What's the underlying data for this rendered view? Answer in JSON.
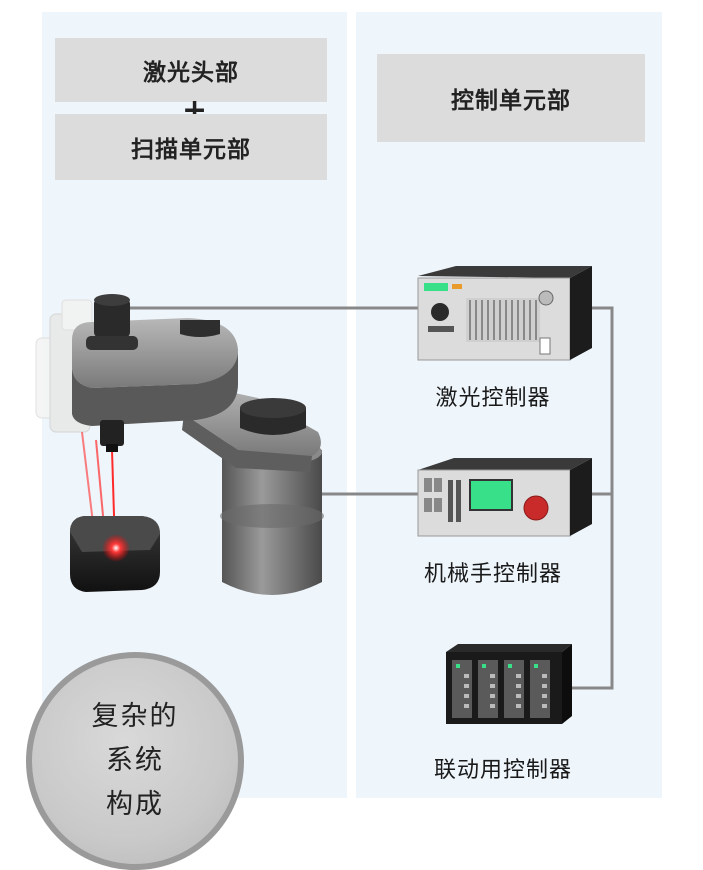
{
  "left_column": {
    "header_top": "激光头部",
    "plus": "+",
    "header_bottom": "扫描单元部"
  },
  "right_column": {
    "header": "控制单元部"
  },
  "devices": [
    {
      "label": "激光控制器",
      "icon": "laser-controller-unit"
    },
    {
      "label": "机械手控制器",
      "icon": "robot-controller-unit"
    },
    {
      "label": "联动用控制器",
      "icon": "linkage-controller-rack"
    }
  ],
  "badge_lines": [
    "复杂的",
    "系统",
    "构成"
  ],
  "colors": {
    "panel_bg": "#eef5fb",
    "header_bg": "#dcdcdc",
    "laser_beam": "#ff2b2b",
    "display_green": "#39e08a",
    "connector": "#888888"
  }
}
